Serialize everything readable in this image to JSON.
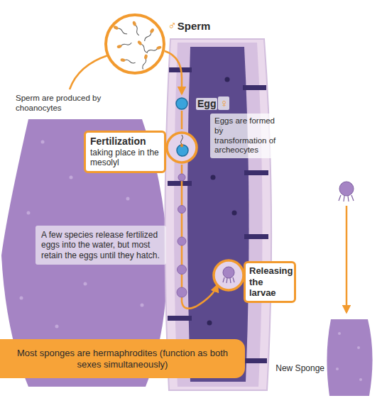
{
  "diagram": {
    "nodes": [
      {
        "text": [
          "Fertilization",
          "taking place in the mesolyl"
        ]
      },
      {
        "text": [
          "Eggs are formed by transformation of archeocytes"
        ]
      },
      {
        "text": [
          "A few species release fertilized eggs into the water, but most retain the eggs until they hatch."
        ]
      },
      {
        "text": [
          "Releasing the larvae"
        ]
      },
      {
        "text": [
          "Most sponges are hermaphrodites (function as both sexes simultaneously)"
        ]
      }
    ],
    "labels": [
      "♂",
      "Sperm",
      "Sperm are produced by choanocytes",
      "Egg",
      "♀",
      "New Sponge"
    ]
  }
}
